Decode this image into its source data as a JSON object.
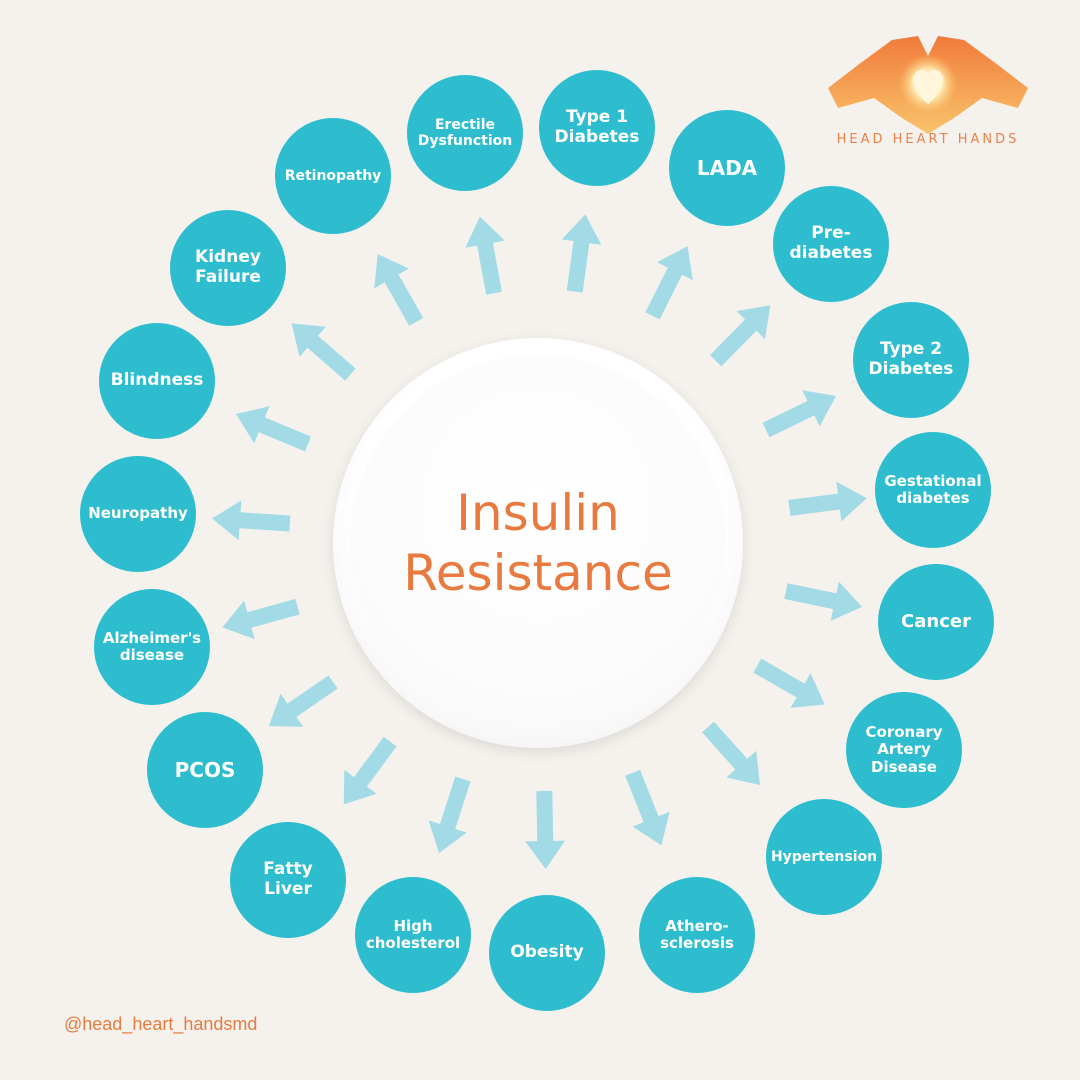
{
  "center": {
    "line1": "Insulin",
    "line2": "Resistance"
  },
  "brand": {
    "name": "HEAD HEART HANDS",
    "handle": "@head_heart_handsmd",
    "logo": "heart-hands-logo"
  },
  "colors": {
    "node": "#2ebdce",
    "arrow": "#a2dbe6",
    "accent": "#e97a3f",
    "background": "#f5f1ed"
  },
  "nodes": [
    {
      "text": "Type 1\nDiabetes"
    },
    {
      "text": "LADA"
    },
    {
      "text": "Pre-\ndiabetes"
    },
    {
      "text": "Type 2\nDiabetes"
    },
    {
      "text": "Gestational\ndiabetes"
    },
    {
      "text": "Cancer"
    },
    {
      "text": "Coronary\nArtery\nDisease"
    },
    {
      "text": "Hypertension"
    },
    {
      "text": "Athero-\nsclerosis"
    },
    {
      "text": "Obesity"
    },
    {
      "text": "High\ncholesterol"
    },
    {
      "text": "Fatty\nLiver"
    },
    {
      "text": "PCOS"
    },
    {
      "text": "Alzheimer's\ndisease"
    },
    {
      "text": "Neuropathy"
    },
    {
      "text": "Blindness"
    },
    {
      "text": "Kidney\nFailure"
    },
    {
      "text": "Retinopathy"
    },
    {
      "text": "Erectile\nDysfunction"
    }
  ]
}
